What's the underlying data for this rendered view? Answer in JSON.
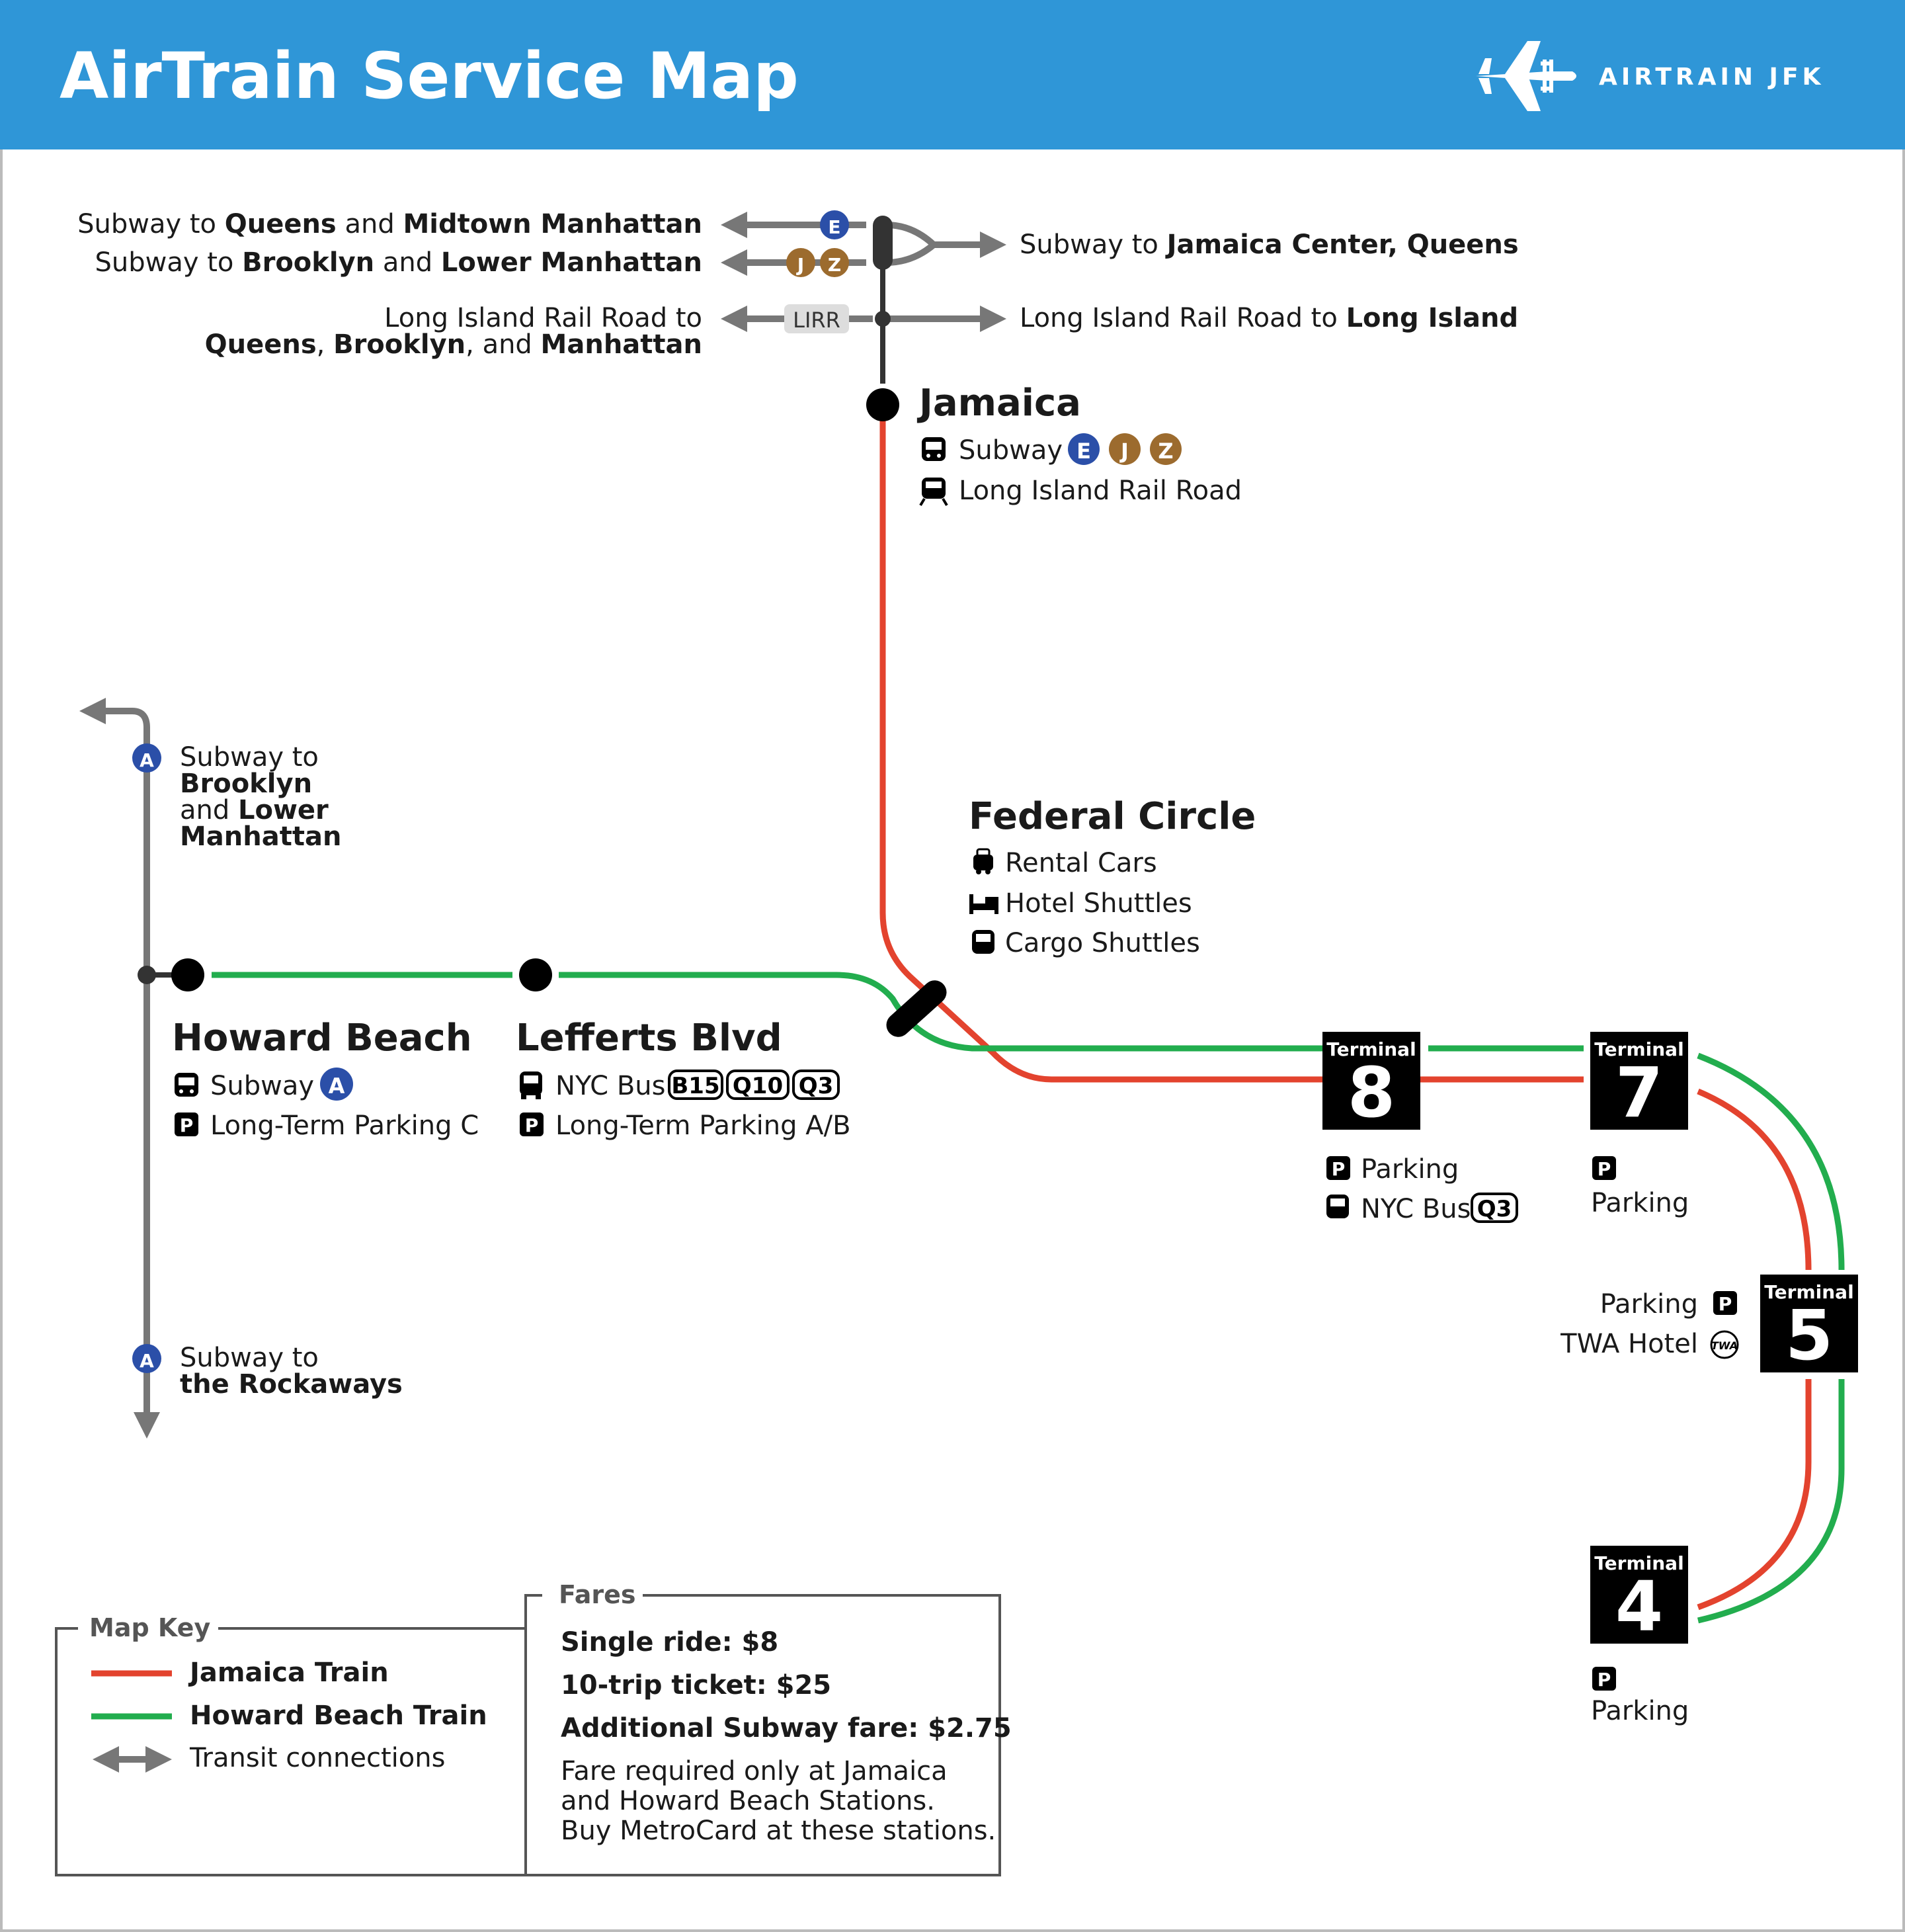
{
  "header": {
    "title": "AirTrain Service Map",
    "brand": "AIRTRAIN JFK",
    "bg_color": "#2f96d7"
  },
  "colors": {
    "jamaica_train": "#e3432e",
    "howard_beach_train": "#22ad4e",
    "transit": "#777777",
    "e_line": "#2b4fa8",
    "jz_line": "#9c6b2e"
  },
  "connections": {
    "queens_midtown": [
      "Subway to ",
      "Queens",
      " and ",
      "Midtown Manhattan"
    ],
    "brooklyn_lower": [
      "Subway to ",
      "Brooklyn",
      " and ",
      "Lower Manhattan"
    ],
    "lirr_left_1": "Long Island Rail Road to",
    "lirr_left_2": [
      "Queens",
      ", ",
      "Brooklyn",
      ", and ",
      "Manhattan"
    ],
    "jamaica_center": [
      "Subway to ",
      "Jamaica Center, Queens"
    ],
    "lirr_right": [
      "Long Island Rail Road to ",
      "Long Island"
    ],
    "lirr_badge": "LIRR",
    "a_north": [
      "Subway to",
      "Brooklyn",
      "and ",
      "Lower",
      "Manhattan"
    ],
    "a_south": [
      "Subway to",
      "the Rockaways"
    ]
  },
  "stations": {
    "jamaica": {
      "name": "Jamaica",
      "subway": "Subway",
      "lirr": "Long Island Rail Road",
      "lines": [
        "E",
        "J",
        "Z"
      ]
    },
    "federal_circle": {
      "name": "Federal Circle",
      "items": [
        "Rental Cars",
        "Hotel Shuttles",
        "Cargo Shuttles"
      ]
    },
    "howard_beach": {
      "name": "Howard Beach",
      "subway": "Subway",
      "line": "A",
      "parking": "Long-Term Parking C"
    },
    "lefferts": {
      "name": "Lefferts Blvd",
      "bus": "NYC Bus",
      "routes": [
        "B15",
        "Q10",
        "Q3"
      ],
      "parking": "Long-Term Parking A/B"
    }
  },
  "terminals": {
    "label": "Terminal",
    "t8": {
      "number": "8",
      "parking": "Parking",
      "bus": "NYC Bus",
      "route": "Q3"
    },
    "t7": {
      "number": "7",
      "parking": "Parking"
    },
    "t5": {
      "number": "5",
      "parking": "Parking",
      "hotel": "TWA Hotel",
      "twa_logo": "TWA"
    },
    "t4": {
      "number": "4",
      "parking": "Parking"
    }
  },
  "parking_symbol": "P",
  "map_key": {
    "title": "Map Key",
    "items": [
      "Jamaica Train",
      "Howard Beach Train",
      "Transit connections"
    ]
  },
  "fares": {
    "title": "Fares",
    "single": "Single ride: $8",
    "ten_trip": "10-trip ticket: $25",
    "subway": "Additional Subway fare: $2.75",
    "note": [
      "Fare required only at Jamaica",
      "and Howard Beach Stations.",
      "Buy MetroCard at these stations."
    ]
  }
}
